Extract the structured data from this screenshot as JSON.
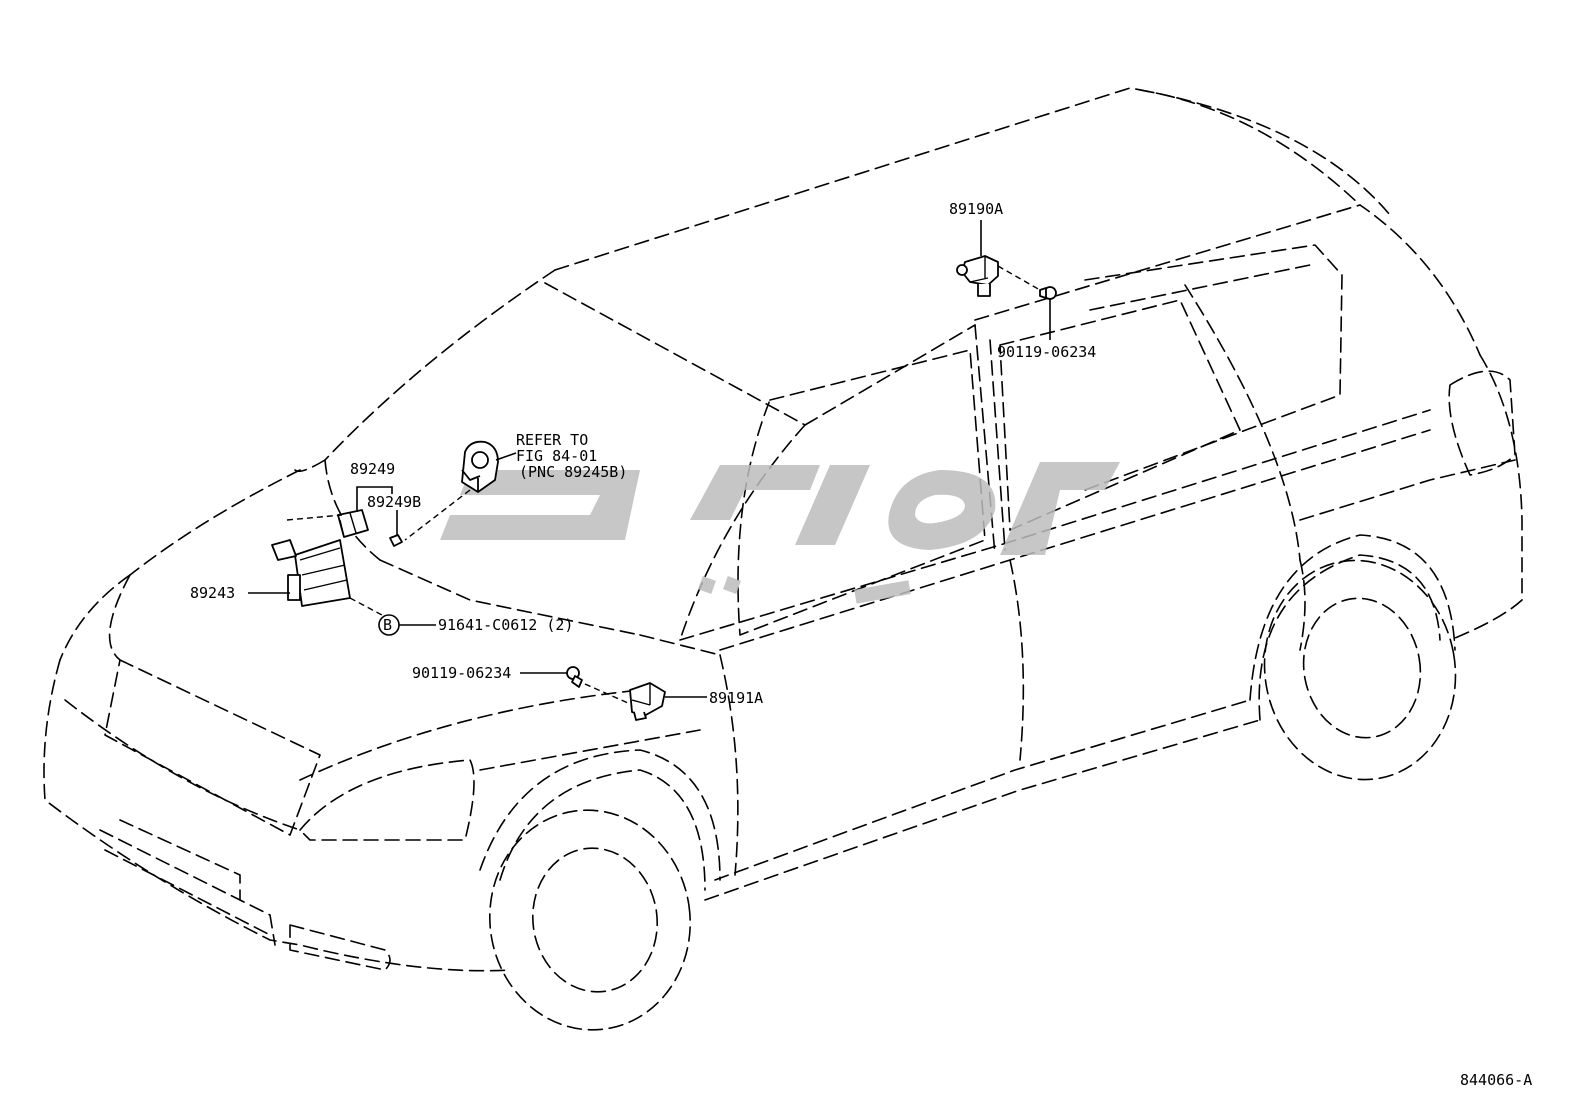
{
  "diagram": {
    "drawing_number": "844066-A",
    "parts": [
      {
        "id": "part-89190a",
        "number": "89190A"
      },
      {
        "id": "part-90119-06234-upper",
        "number": "90119-06234"
      },
      {
        "id": "part-89249",
        "number": "89249"
      },
      {
        "id": "part-89249b",
        "number": "89249B"
      },
      {
        "id": "part-89243",
        "number": "89243"
      },
      {
        "id": "part-91641-c0612",
        "number": "91641-C0612 (2)"
      },
      {
        "id": "part-90119-06234-lower",
        "number": "90119-06234"
      },
      {
        "id": "part-89191a",
        "number": "89191A"
      }
    ],
    "callout_b": "B",
    "reference_note": {
      "line1": "REFER TO",
      "line2": "FIG 84-01",
      "line3": "(PNC 89245B)"
    }
  },
  "colors": {
    "line": "#000000",
    "background": "#ffffff",
    "watermark": "#bdbdbd"
  }
}
